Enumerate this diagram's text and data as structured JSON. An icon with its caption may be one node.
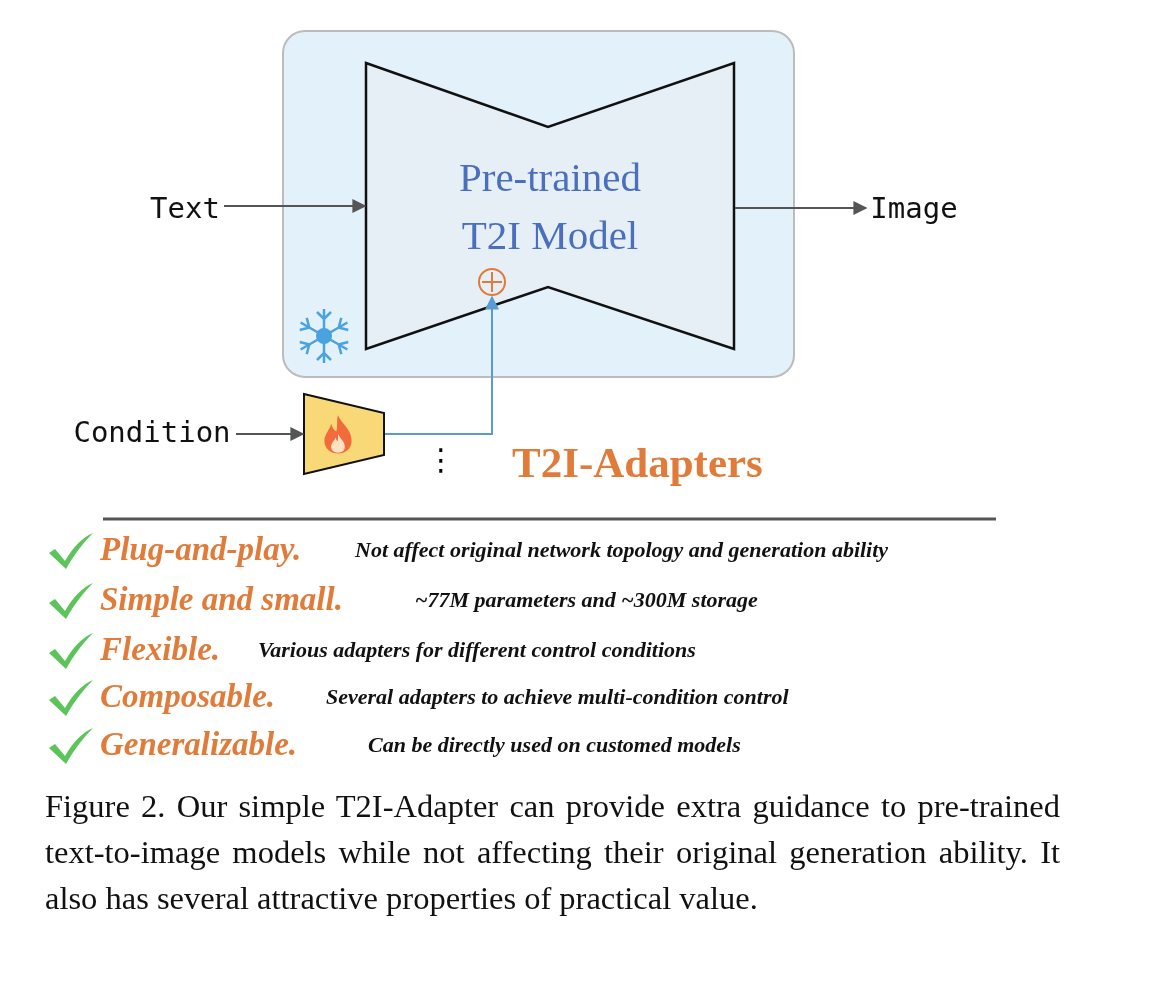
{
  "diagram": {
    "nodes": [
      {
        "text": [],
        "shape": "box"
      },
      {
        "text": [
          "Pre-trained T2I Model"
        ],
        "in": 0
      },
      {
        "text": [],
        "shape": "circle",
        "in": 1
      },
      {
        "text": [
          "Text"
        ]
      },
      {
        "text": [
          "Image"
        ]
      },
      {
        "text": [
          "Condition"
        ]
      },
      {
        "text": [],
        "shape": "trapezoid"
      }
    ],
    "edges": [
      {
        "from": 3,
        "to": 1,
        "arrow": "to"
      },
      {
        "from": 1,
        "to": 4,
        "arrow": "to"
      },
      {
        "from": 5,
        "to": 6,
        "arrow": "to"
      },
      {
        "from": 6,
        "to": 2,
        "arrow": "to",
        "color": "#5b9bd5"
      }
    ],
    "labels": [
      "⋮",
      "T2I-Adapters",
      "Plug-and-play.",
      "Not affect original network topology and generation ability",
      "Simple and small.",
      "~77M parameters and ~300M storage",
      "Flexible.",
      "Various adapters for different control conditions",
      "Composable.",
      "Several adapters to achieve multi-condition control",
      "Generalizable.",
      "Can be directly used on customed models"
    ],
    "caption": "Figure 2. Our simple T2I-Adapter can provide extra guidance to pre-trained text-to-image models while not affecting their original generation ability. It also has several attractive properties of practical value."
  }
}
